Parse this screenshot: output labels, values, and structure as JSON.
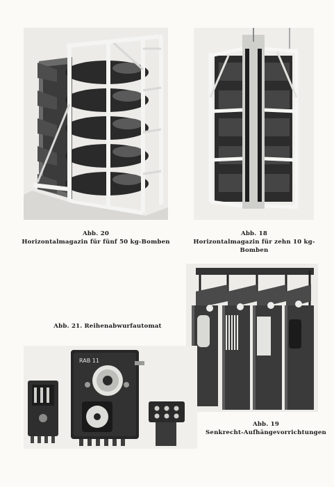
{
  "figures": [
    {
      "id": "fig20",
      "number": "Abb. 20",
      "caption": "Horizontalmagazin für fünf 50 kg-Bomben"
    },
    {
      "id": "fig18",
      "number": "Abb. 18",
      "caption": "Horizontalmagazin für zehn 10 kg-Bomben"
    },
    {
      "id": "fig21",
      "number": "Abb. 21.",
      "caption": "Reihenabwurfautomat"
    },
    {
      "id": "fig19",
      "number": "Abb. 19",
      "caption": "Senkrecht-Aufhängevorrichtungen"
    }
  ],
  "fig21_labels": {
    "panel": "RAB 11"
  }
}
